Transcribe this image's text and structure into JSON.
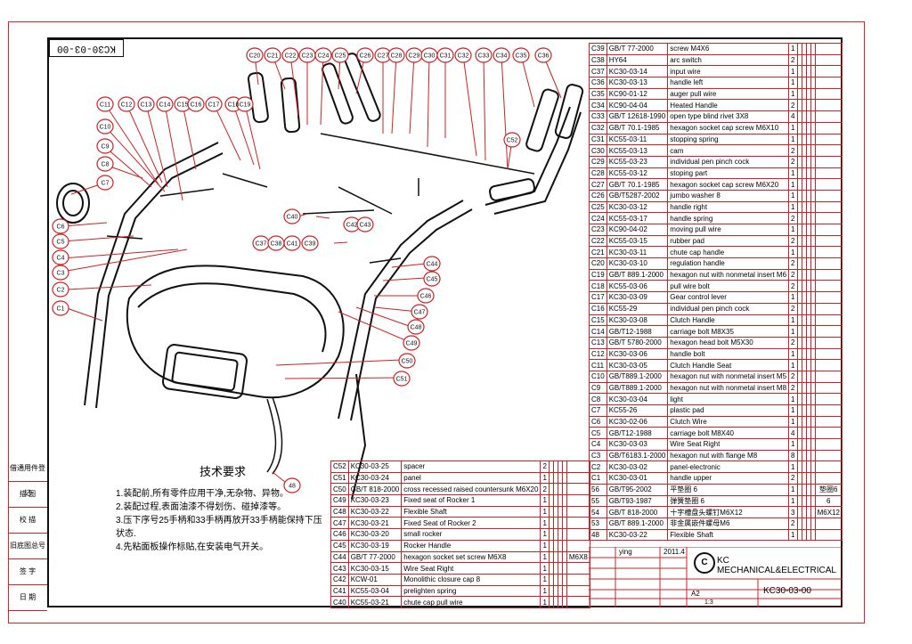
{
  "drawing_no_rotated": "KC30-03-00",
  "callouts": [
    "C1",
    "C2",
    "C3",
    "C4",
    "C5",
    "C6",
    "C7",
    "C8",
    "C9",
    "C10",
    "C11",
    "C12",
    "C13",
    "C14",
    "C15",
    "C16",
    "C17",
    "C18",
    "C19",
    "C20",
    "C21",
    "C22",
    "C23",
    "C24",
    "C25",
    "C26",
    "C27",
    "C28",
    "C29",
    "C30",
    "C31",
    "C32",
    "C33",
    "C34",
    "C35",
    "C36",
    "C37",
    "C38",
    "C39",
    "C40",
    "C41",
    "C42",
    "C43",
    "C44",
    "C45",
    "C46",
    "C47",
    "C48",
    "C49",
    "C50",
    "C51",
    "C52",
    "48"
  ],
  "notes": {
    "heading": "技术要求",
    "lines": [
      "1.装配前,所有零件应用干净,无杂物、异物。",
      "2.装配过程,表面油漆不得划伤、碰掉漆等。",
      "3.压下序号25手柄和33手柄再放开33手柄能保持下压状态.",
      "4.先粘面板操作标贴,在安装电气开关。"
    ]
  },
  "left_strip": [
    "借通用件登记",
    "描 图",
    "校 描",
    "旧底图总号",
    "签 字",
    "日 期"
  ],
  "bom_right": [
    [
      "C39",
      "GB/T 77-2000",
      "screw M4X6",
      "1"
    ],
    [
      "C38",
      "HY64",
      "arc switch",
      "2"
    ],
    [
      "C37",
      "KC30-03-14",
      "input wire",
      "1"
    ],
    [
      "C36",
      "KC30-03-13",
      "handle left",
      "1"
    ],
    [
      "C35",
      "KC90-01-12",
      "auger pull wire",
      "1"
    ],
    [
      "C34",
      "KC90-04-04",
      "Heated Handle",
      "2"
    ],
    [
      "C33",
      "GB/T 12618-1990",
      "open type blind rivet 3X8",
      "4"
    ],
    [
      "C32",
      "GB/T 70.1-1985",
      "hexagon socket cap screw M6X10",
      "1"
    ],
    [
      "C31",
      "KC55-03-11",
      "stopping spring",
      "1"
    ],
    [
      "C30",
      "KC55-03-13",
      "cam",
      "2"
    ],
    [
      "C29",
      "KC55-03-23",
      "individual pen pinch cock",
      "2"
    ],
    [
      "C28",
      "KC55-03-12",
      "stoping part",
      "1"
    ],
    [
      "C27",
      "GB/T 70.1-1985",
      "hexagon socket cap screw M6X20",
      "1"
    ],
    [
      "C26",
      "GB/T5287-2002",
      "jumbo washer 8",
      "1"
    ],
    [
      "C25",
      "KC30-03-12",
      "handle right",
      "1"
    ],
    [
      "C24",
      "KC55-03-17",
      "handle spring",
      "2"
    ],
    [
      "C23",
      "KC90-04-02",
      "moving pull wire",
      "1"
    ],
    [
      "C22",
      "KC55-03-15",
      "rubber pad",
      "2"
    ],
    [
      "C21",
      "KC30-03-11",
      "chute cap handle",
      "1"
    ],
    [
      "C20",
      "KC30-03-10",
      "regulation handle",
      "2"
    ],
    [
      "C19",
      "GB/T 889.1-2000",
      "hexagon nut with nonmetal insert M6",
      "2"
    ],
    [
      "C18",
      "KC55-03-06",
      "pull wire bolt",
      "2"
    ],
    [
      "C17",
      "KC30-03-09",
      "Gear control lever",
      "1"
    ],
    [
      "C16",
      "KC55-29",
      "individual pen pinch cock",
      "2"
    ],
    [
      "C15",
      "KC30-03-08",
      "Clutch Handle",
      "1"
    ],
    [
      "C14",
      "GB/T12-1988",
      "carriage bolt M8X35",
      "1"
    ],
    [
      "C13",
      "GB/T 5780-2000",
      "hexagon head bolt M5X30",
      "2"
    ],
    [
      "C12",
      "KC30-03-06",
      "handle bolt",
      "1"
    ],
    [
      "C11",
      "KC30-03-05",
      "Clutch Handle Seat",
      "1"
    ],
    [
      "C10",
      "GB/T889.1-2000",
      "hexagon nut with nonmetal insert M5",
      "2"
    ],
    [
      "C9",
      "GB/T889.1-2000",
      "hexagon nut with nonmetal insert M8",
      "2"
    ],
    [
      "C8",
      "KC30-03-04",
      "light",
      "1"
    ],
    [
      "C7",
      "KC55-26",
      "plastic pad",
      "1"
    ],
    [
      "C6",
      "KC30-02-06",
      "Clutch Wire",
      "1"
    ],
    [
      "C5",
      "GB/T12-1988",
      "carriage bolt M8X40",
      "4"
    ],
    [
      "C4",
      "KC30-03-03",
      "Wire Seat Right",
      "1"
    ],
    [
      "C3",
      "GB/T6183.1-2000",
      "hexagon nut with flange M8",
      "8"
    ],
    [
      "C2",
      "KC30-03-02",
      "panel-electronic",
      "1"
    ],
    [
      "C1",
      "KC30-03-01",
      "handle upper",
      "2"
    ],
    [
      "56",
      "GB/T95-2002",
      "平垫圈 6",
      "1"
    ],
    [
      "55",
      "GB/T93-1987",
      "弹簧垫圈 6",
      "1"
    ],
    [
      "54",
      "GB/T 818-2000",
      "十字槽盘头螺钉M6X12",
      "3"
    ],
    [
      "53",
      "GB/T 889.1-2000",
      "非金属嵌件螺母M6",
      "2"
    ],
    [
      "48",
      "KC30-03-22",
      "Flexible Shaft",
      "1"
    ]
  ],
  "bom_right_extra": {
    "r56": "垫圈6",
    "r55": "6",
    "r54": "M6X12"
  },
  "bom_bottom": [
    [
      "C52",
      "KC30-03-25",
      "spacer",
      "2"
    ],
    [
      "C51",
      "KC30-03-24",
      "panel",
      "1"
    ],
    [
      "C50",
      "GB/T 818-2000",
      "cross recessed raised countersunk M6X20",
      "2"
    ],
    [
      "C49",
      "KC30-03-23",
      "Fixed seat of Rocker 1",
      "1"
    ],
    [
      "C48",
      "KC30-03-22",
      "Flexible Shaft",
      "1"
    ],
    [
      "C47",
      "KC30-03-21",
      "Fixed Seat of Rocker 2",
      "1"
    ],
    [
      "C46",
      "KC30-03-20",
      "small rocker",
      "1"
    ],
    [
      "C45",
      "KC30-03-19",
      "Rocker Handle",
      "1"
    ],
    [
      "C44",
      "GB/T 77-2000",
      "hexagon socket set screw M6X8",
      "1"
    ],
    [
      "C43",
      "KC30-03-15",
      "Wire Seat Right",
      "1"
    ],
    [
      "C42",
      "KCW-01",
      "Monolithic closure cap 8",
      "1"
    ],
    [
      "C41",
      "KC55-03-04",
      "prelighten spring",
      "1"
    ],
    [
      "C40",
      "KC55-03-21",
      "chute cap pull wire",
      "1"
    ]
  ],
  "bom_bottom_extra": "M6X8",
  "title_block": {
    "designer": "ying",
    "date": "2011.4",
    "company": "KC MECHANICAL&ELECTRICAL",
    "drawing_no": "KC30-03-00",
    "size": "A2",
    "scale": "1:3"
  }
}
